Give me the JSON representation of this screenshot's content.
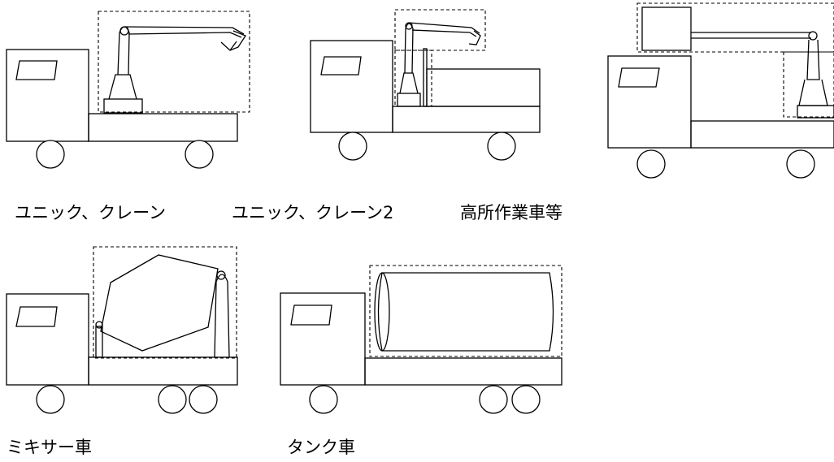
{
  "vehicles": [
    {
      "label": "ユニック、クレーン",
      "icon": "unic-crane-truck-icon"
    },
    {
      "label": "ユニック、クレーン2",
      "icon": "unic-crane-truck-2-icon"
    },
    {
      "label": "高所作業車等",
      "icon": "aerial-work-platform-truck-icon"
    },
    {
      "label": "ミキサー車",
      "icon": "mixer-truck-icon"
    },
    {
      "label": "タンク車",
      "icon": "tank-truck-icon"
    }
  ]
}
